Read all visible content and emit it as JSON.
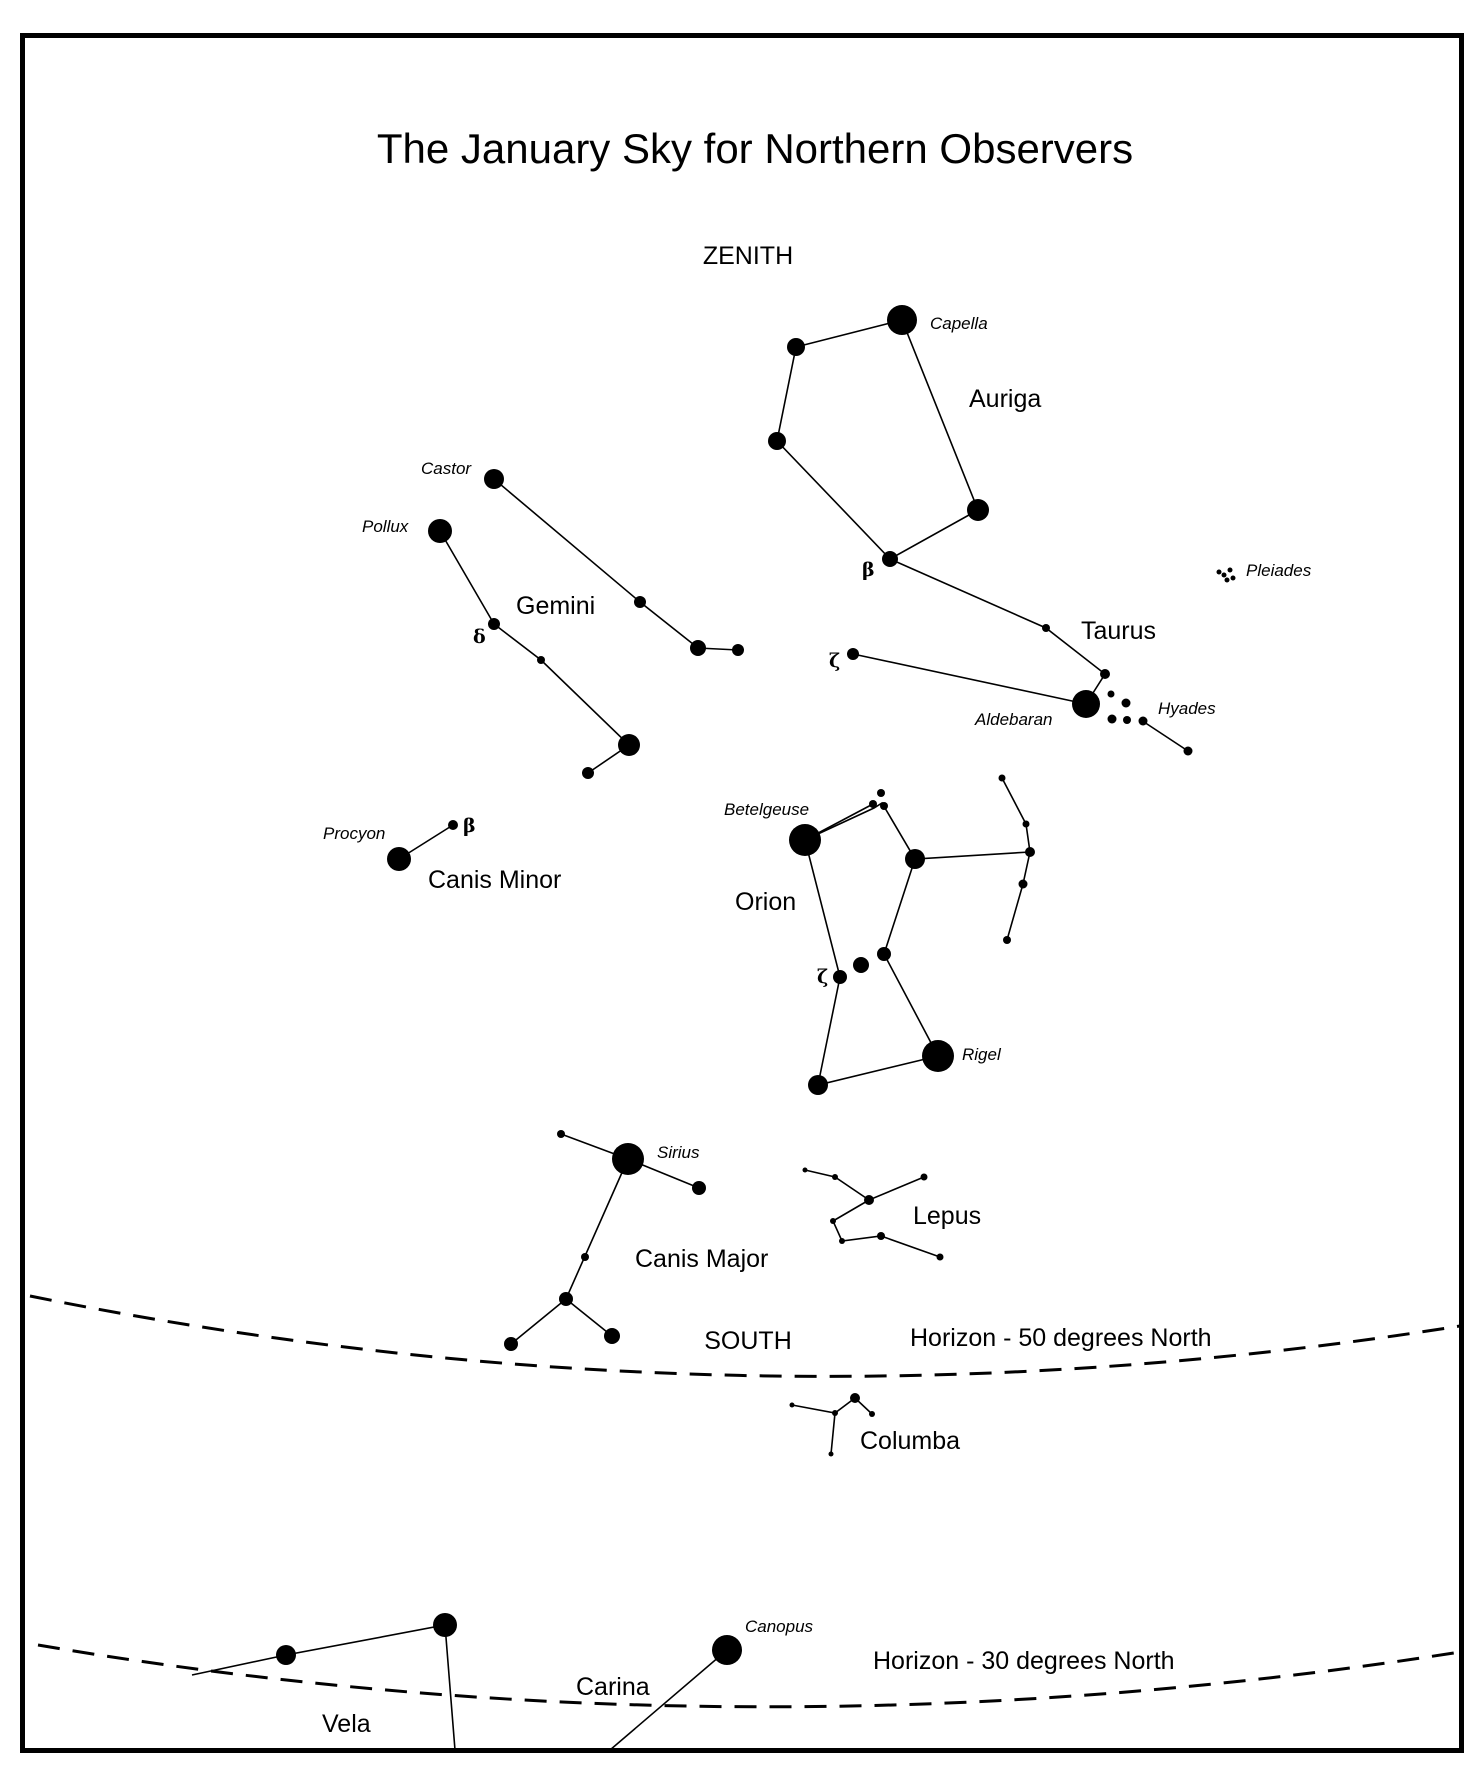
{
  "title": "The January Sky for Northern Observers",
  "directions": {
    "zenith": "ZENITH",
    "south": "SOUTH"
  },
  "horizons": {
    "north50": "Horizon - 50 degrees North",
    "north30": "Horizon - 30 degrees North"
  },
  "constellations": {
    "auriga": "Auriga",
    "gemini": "Gemini",
    "taurus": "Taurus",
    "canis_minor": "Canis Minor",
    "orion": "Orion",
    "lepus": "Lepus",
    "canis_major": "Canis Major",
    "columba": "Columba",
    "carina": "Carina",
    "vela": "Vela"
  },
  "stars": {
    "capella": "Capella",
    "castor": "Castor",
    "pollux": "Pollux",
    "pleiades": "Pleiades",
    "aldebaran": "Aldebaran",
    "hyades": "Hyades",
    "procyon": "Procyon",
    "betelgeuse": "Betelgeuse",
    "rigel": "Rigel",
    "sirius": "Sirius",
    "canopus": "Canopus"
  },
  "greek": {
    "auriga_beta": "β",
    "taurus_zeta": "ζ",
    "gemini_delta": "δ",
    "cmi_beta": "β",
    "orion_zeta": "ζ"
  }
}
